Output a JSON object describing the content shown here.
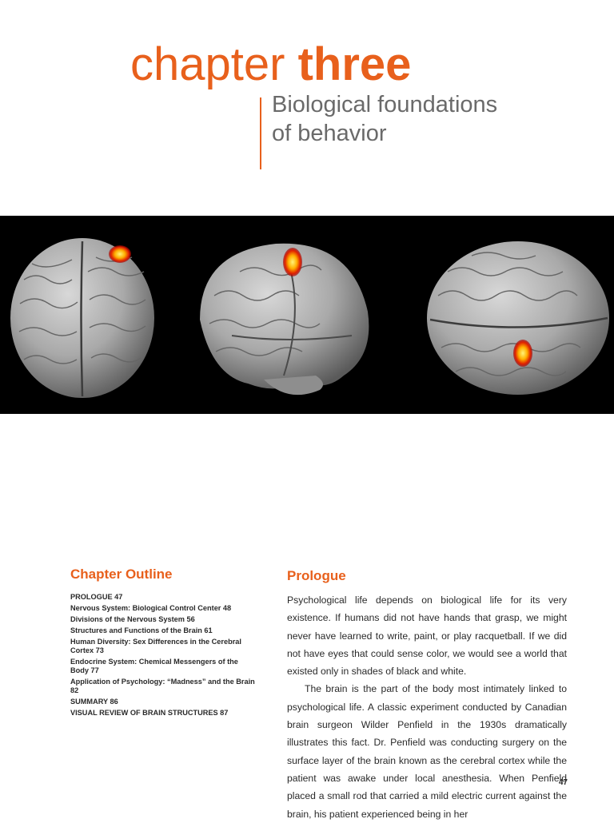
{
  "header": {
    "chapter_word": "chapter",
    "chapter_number_word": "three",
    "title_line1": "Biological foundations",
    "title_line2": "of behavior"
  },
  "figure": {
    "views": [
      "brain-top-view",
      "brain-side-view",
      "brain-bottom-view"
    ]
  },
  "outline": {
    "heading": "Chapter Outline",
    "items": [
      "PROLOGUE 47",
      "Nervous System: Biological Control Center 48",
      "Divisions of the Nervous System 56",
      "Structures and Functions of the Brain 61",
      "Human Diversity: Sex Differences in the Cerebral Cortex 73",
      "Endocrine System: Chemical Messengers of the Body 77",
      "Application of Psychology: “Madness” and the Brain 82",
      "SUMMARY 86",
      "VISUAL REVIEW OF BRAIN STRUCTURES 87"
    ]
  },
  "prologue": {
    "heading": "Prologue",
    "paragraph1": "Psychological life depends on biological life for its very existence. If humans did not have hands that grasp, we might never have learned to write, paint, or play racquetball. If we did not have eyes that could sense color, we would see a world that existed only in shades of black and white.",
    "paragraph2": "The brain is the part of the body most intimately linked to psychological life. A classic experiment conducted by Canadian brain surgeon Wilder Penfield in the 1930s dramatically illustrates this fact. Dr. Penfield was conducting surgery on the surface layer of the brain known as the cerebral cortex while the patient was awake under local anesthesia. When Penfield placed a small rod that carried a mild electric current against the brain, his patient experienced being in her"
  },
  "page_number": "47",
  "colors": {
    "accent": "#e8601c",
    "title_gray": "#6a6a6a",
    "body_text": "#2a2a2a",
    "figure_background": "#000000"
  }
}
